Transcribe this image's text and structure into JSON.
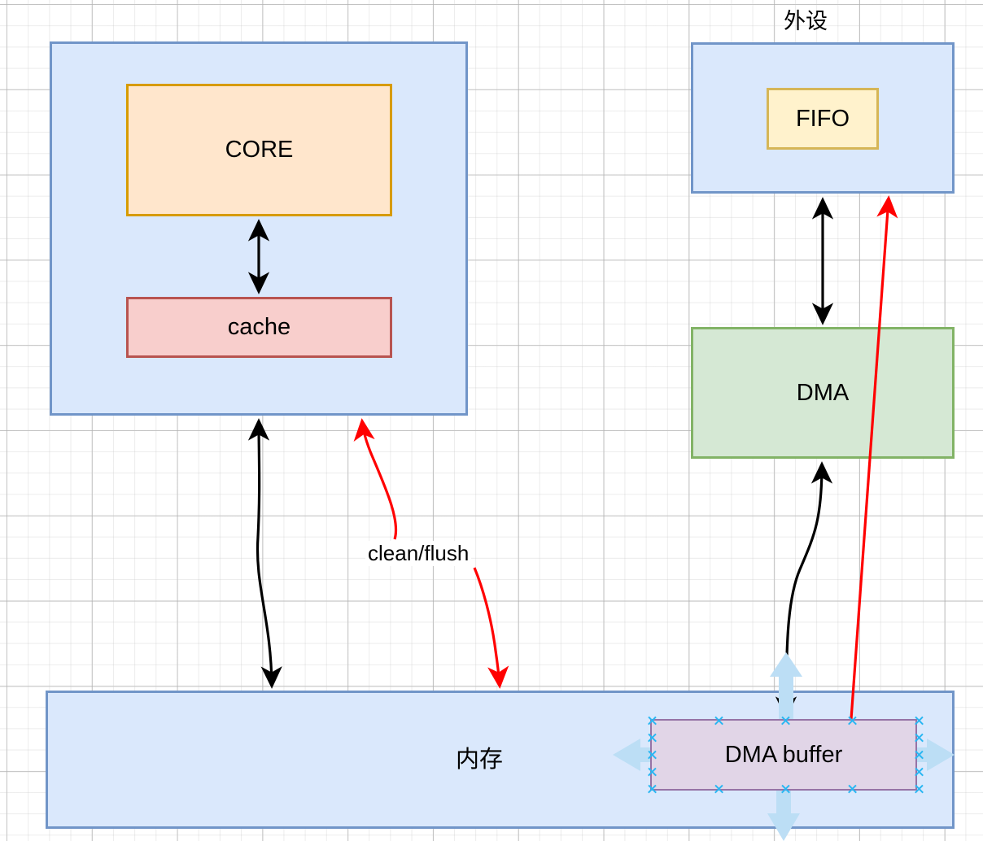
{
  "diagram": {
    "title": "DMA cache coherency block diagram",
    "background": "#ffffff",
    "grid": {
      "minor_color": "#c8c8c8",
      "major_color": "#8c8c8c"
    }
  },
  "nodes": {
    "cpu_container": {
      "label": "",
      "fill": "#dae8fc",
      "stroke": "#7195c8"
    },
    "core": {
      "label": "CORE",
      "fill": "#ffe6cc",
      "stroke": "#d79b00"
    },
    "cache": {
      "label": "cache",
      "fill": "#f8cecc",
      "stroke": "#b85450"
    },
    "peripheral_title": {
      "label": "外设"
    },
    "peripheral_container": {
      "label": "",
      "fill": "#dae8fc",
      "stroke": "#7195c8"
    },
    "fifo": {
      "label": "FIFO",
      "fill": "#fff2cc",
      "stroke": "#d6b656"
    },
    "dma": {
      "label": "DMA",
      "fill": "#d5e8d4",
      "stroke": "#82b366"
    },
    "memory": {
      "label": "内存",
      "fill": "#dae8fc",
      "stroke": "#7195c8"
    },
    "dma_buffer": {
      "label": "DMA buffer",
      "fill": "#e1d5e7",
      "stroke": "#9673a6"
    }
  },
  "edges": {
    "core_cache": {
      "label": "",
      "color": "#000000",
      "style": "double-arrow"
    },
    "cpu_memory": {
      "label": "",
      "color": "#000000",
      "style": "double-arrow"
    },
    "clean_flush": {
      "label": "clean/flush",
      "color": "#ff0000",
      "style": "double-arrow-curved"
    },
    "fifo_dma": {
      "label": "",
      "color": "#000000",
      "style": "double-arrow"
    },
    "dma_buffer_link": {
      "label": "",
      "color": "#000000",
      "style": "double-arrow"
    },
    "buffer_peripheral": {
      "label": "",
      "color": "#ff0000",
      "style": "single-arrow"
    }
  },
  "selection": {
    "selected_node": "DMA buffer",
    "handle_color": "#29b6f2",
    "direction_hint_color": "#bcdef5",
    "hint_arrows": [
      "left",
      "right",
      "down",
      "up"
    ]
  }
}
